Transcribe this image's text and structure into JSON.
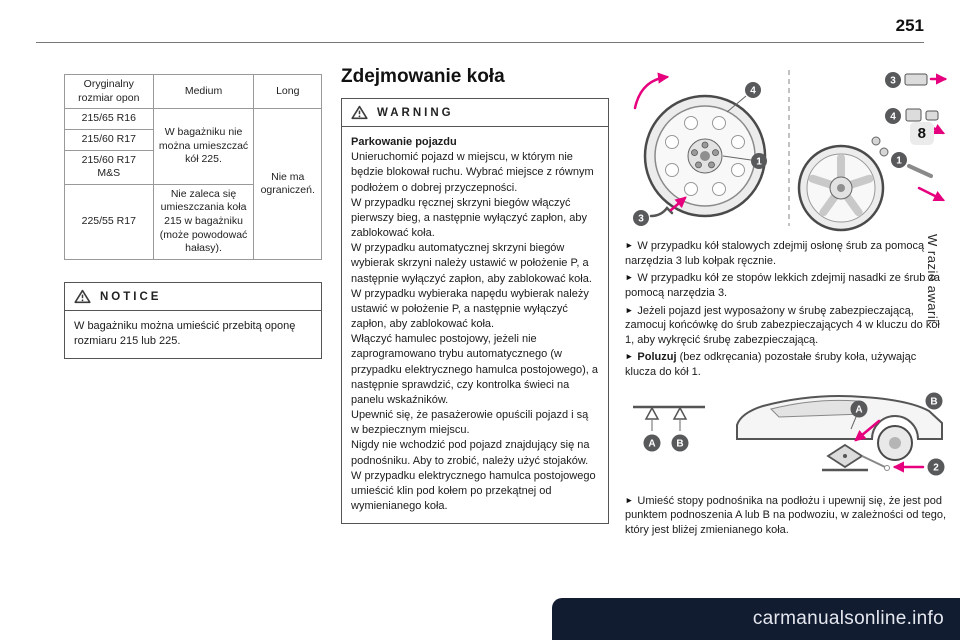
{
  "page": {
    "number": "251",
    "chapter_tab": "8",
    "side_text": "W razie awarii",
    "watermark": "carmanualsonline.info"
  },
  "colors": {
    "accent_pink": "#e6007e",
    "callout_gray": "#58595b",
    "watermark_bg": "#111c30",
    "watermark_text": "#e4e7ee"
  },
  "tire_table": {
    "col_headers": [
      "Oryginalny rozmiar opon",
      "Medium",
      "Long"
    ],
    "sizes": [
      "215/65 R16",
      "215/60 R17",
      "215/60 R17 M&S",
      "225/55 R17"
    ],
    "medium_note_top": "W bagażniku nie można umieszczać kół 225.",
    "medium_note_bottom": "Nie zaleca się umieszczania koła 215 w bagażniku (może powodować hałasy).",
    "long_note": "Nie ma ograniczeń."
  },
  "notice": {
    "title": "NOTICE",
    "body": "W bagażniku można umieścić przebitą oponę rozmiaru 215 lub 225."
  },
  "main": {
    "title": "Zdejmowanie koła",
    "warning": {
      "title": "WARNING",
      "subtitle": "Parkowanie pojazdu",
      "paragraphs": [
        "Unieruchomić pojazd w miejscu, w którym nie będzie blokował ruchu. Wybrać miejsce z równym podłożem o dobrej przyczepności.",
        "W przypadku ręcznej skrzyni biegów włączyć pierwszy bieg, a następnie wyłączyć zapłon, aby zablokować koła.",
        "W przypadku automatycznej skrzyni biegów wybierak skrzyni należy ustawić w położenie P, a następnie wyłączyć zapłon, aby zablokować koła.",
        "W przypadku wybieraka napędu wybierak należy ustawić w położenie P, a następnie wyłączyć zapłon, aby zablokować koła.",
        "Włączyć hamulec postojowy, jeżeli nie zaprogramowano trybu automatycznego (w przypadku elektrycznego hamulca postojowego), a następnie sprawdzić, czy kontrolka świeci na panelu wskaźników.",
        "Upewnić się, że pasażerowie opuścili pojazd i są w bezpiecznym miejscu.",
        "Nigdy nie wchodzić pod pojazd znajdujący się na podnośniku. Aby to zrobić, należy użyć stojaków.",
        "W przypadku elektrycznego hamulca postojowego umieścić klin pod kołem po przekątnej od wymienianego koła."
      ]
    }
  },
  "right_column": {
    "marker": "►",
    "bullets": [
      {
        "bold": "",
        "text": "W przypadku kół stalowych zdejmij osłonę śrub za pomocą narzędzia 3 lub kołpak ręcznie."
      },
      {
        "bold": "",
        "text": "W przypadku kół ze stopów lekkich zdejmij nasadki ze śrub za pomocą narzędzia 3."
      },
      {
        "bold": "",
        "text": "Jeżeli pojazd jest wyposażony w śrubę zabezpieczającą, zamocuj końcówkę do śrub zabezpieczających 4 w kluczu do kół 1, aby wykręcić śrubę zabezpieczającą."
      },
      {
        "bold": "Poluzuj",
        "text": " (bez odkręcania) pozostałe śruby koła, używając klucza do kół 1."
      }
    ],
    "jack_bullet": "Umieść stopy podnośnika na podłożu i upewnij się, że jest pod punktem podnoszenia A lub B na podwoziu, w zależności od tego, który jest bliżej zmienianego koła."
  },
  "figures": {
    "wheel": {
      "c1": "1",
      "c3": "3",
      "c4": "4"
    },
    "jack": {
      "a": "A",
      "b": "B",
      "n2": "2"
    }
  }
}
